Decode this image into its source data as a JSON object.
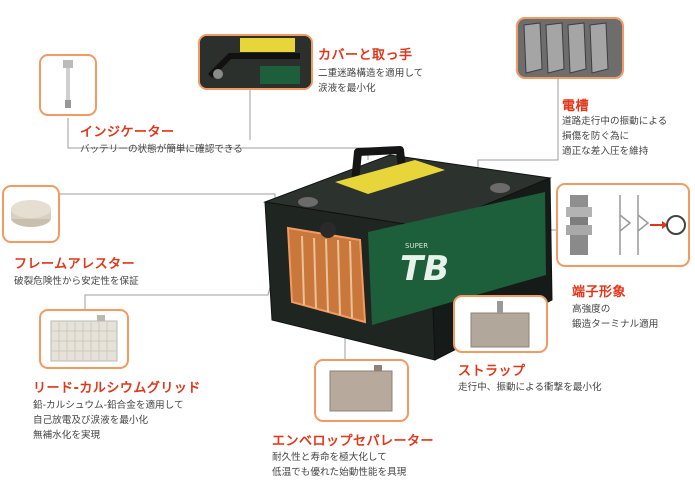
{
  "callouts": {
    "cover": {
      "title": "カバーと取っ手",
      "lines": [
        "二重迷路構造を適用して",
        "涙液を最小化"
      ]
    },
    "indicator": {
      "title": "インジケーター",
      "lines": [
        "バッテリーの状態が簡単に確認できる"
      ]
    },
    "container": {
      "title": "電槽",
      "lines": [
        "道路走行中の振動による",
        "損傷を防ぐ為に",
        "適正な差入圧を維持"
      ]
    },
    "frame": {
      "title": "フレームアレスター",
      "lines": [
        "破裂危険性から安定性を保証"
      ]
    },
    "terminal": {
      "title": "端子形象",
      "lines": [
        "高強度の",
        "鍛造ターミナル適用"
      ]
    },
    "strap": {
      "title": "ストラップ",
      "lines": [
        "走行中、振動による衝撃を最小化"
      ]
    },
    "grid": {
      "title": "リード-カルシウムグリッド",
      "lines": [
        "鉛-カルシュウム-鉛合金を適用して",
        "自己放電及び涙液を最小化",
        "無補水化を実現"
      ]
    },
    "separator": {
      "title": "エンベロップセパレーター",
      "lines": [
        "耐久性と寿命を極大化して",
        "低温でも優れた始動性能を具現"
      ]
    }
  },
  "battery": {
    "brand_small": "SUPER",
    "brand_large": "TB"
  },
  "colors": {
    "accent": "#e0361a",
    "frame": "#f29a62",
    "line": "#a0a0a0",
    "battery": "#1f2622",
    "label": "#1c5f3a"
  }
}
